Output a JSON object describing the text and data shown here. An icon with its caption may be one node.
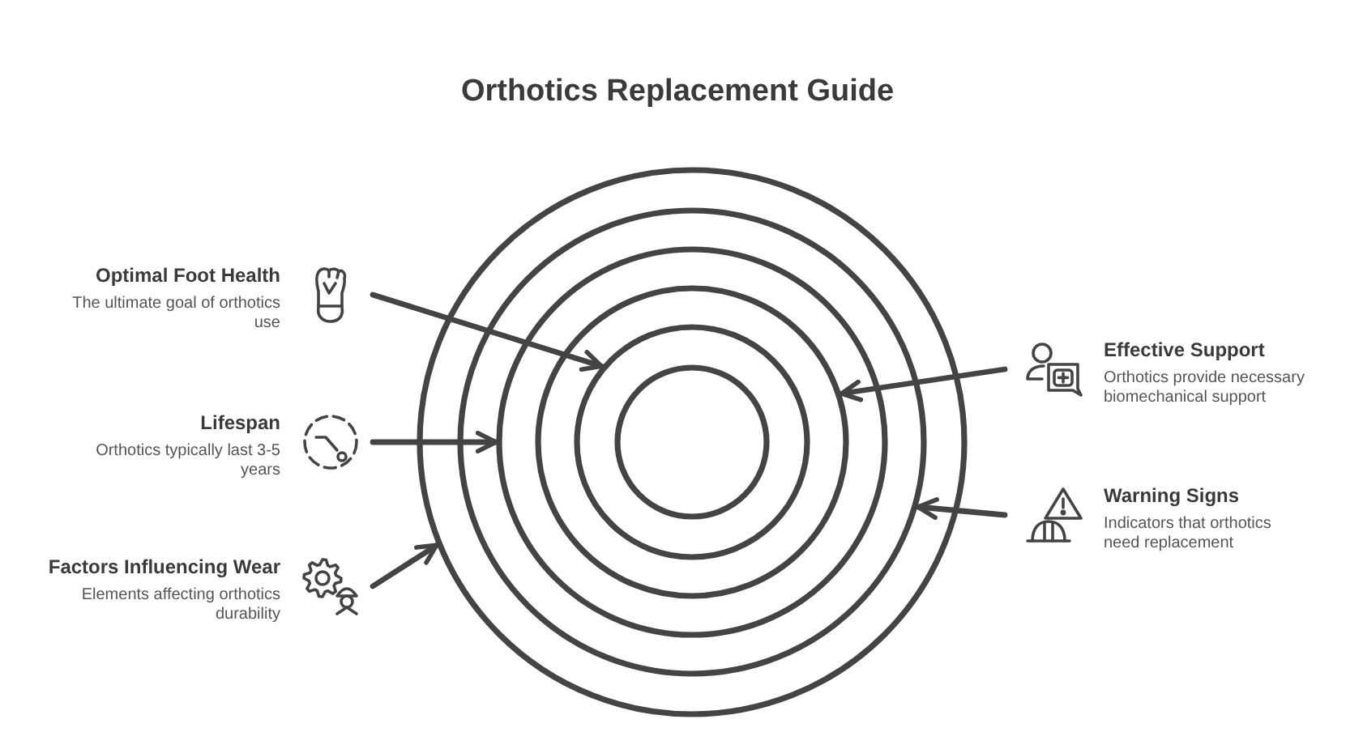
{
  "diagram": {
    "title": "Orthotics Replacement Guide",
    "nodes": [
      {
        "text": [],
        "shape": "circle"
      },
      {
        "text": [],
        "shape": "circle",
        "in": 0
      },
      {
        "text": [],
        "shape": "circle",
        "in": 1
      },
      {
        "text": [],
        "shape": "circle",
        "in": 2
      },
      {
        "text": [],
        "shape": "circle",
        "in": 3
      },
      {
        "text": [],
        "shape": "circle",
        "in": 4
      },
      {
        "text": [
          "Optimal Foot Health",
          "The ultimate goal of orthotics use"
        ]
      },
      {
        "text": [
          "Lifespan",
          "Orthotics typically last 3-5 years"
        ]
      },
      {
        "text": [
          "Factors Influencing Wear",
          "Elements affecting orthotics durability"
        ]
      },
      {
        "text": [
          "Effective Support",
          "Orthotics provide necessary biomechanical support"
        ]
      },
      {
        "text": [
          "Warning Signs",
          "Indicators that orthotics need replacement"
        ]
      }
    ],
    "edges": [
      {
        "from": 6,
        "to": 4,
        "arrow": "to"
      },
      {
        "from": 7,
        "to": 2,
        "arrow": "to"
      },
      {
        "from": 8,
        "to": 0,
        "arrow": "to"
      },
      {
        "from": 9,
        "to": 3,
        "arrow": "to"
      },
      {
        "from": 10,
        "to": 1,
        "arrow": "to"
      }
    ]
  }
}
